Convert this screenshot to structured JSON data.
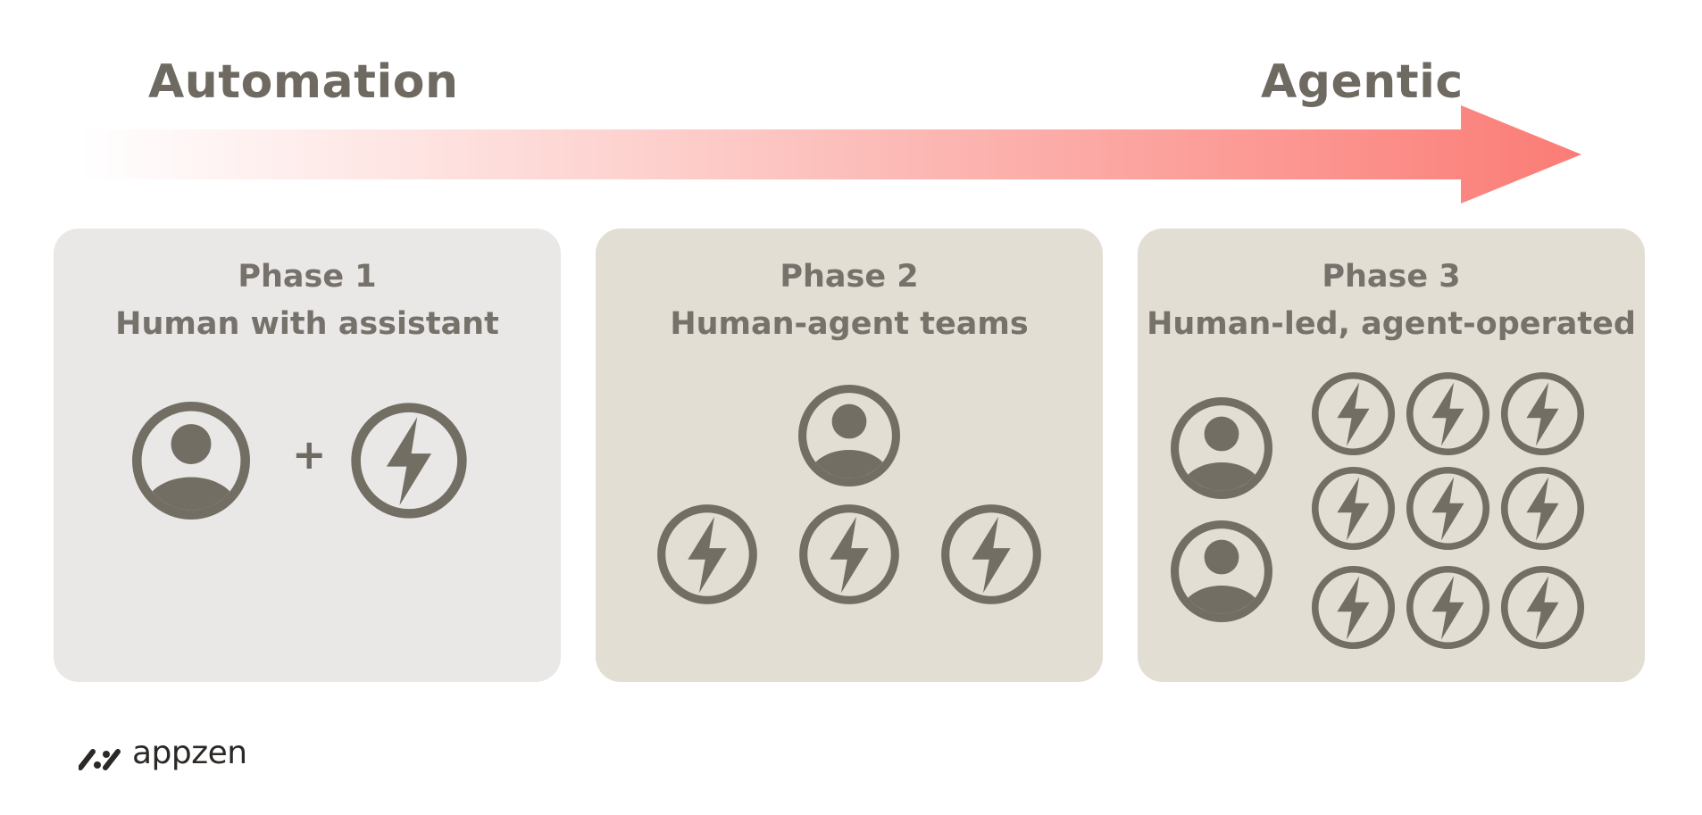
{
  "header": {
    "left_label": "Automation",
    "right_label": "Agentic"
  },
  "colors": {
    "arrow_start": "#ffffff",
    "arrow_end": "#fb7c76",
    "icon": "#736e64",
    "panel_1_bg": "#e9e8e6",
    "panel_2_3_bg": "#e3ded4"
  },
  "phases": [
    {
      "title": "Phase 1",
      "subtitle": "Human with assistant",
      "icons": [
        "person-icon",
        "plus",
        "bolt-icon"
      ]
    },
    {
      "title": "Phase 2",
      "subtitle": "Human-agent teams",
      "icons": [
        "person-icon",
        "bolt-icon",
        "bolt-icon",
        "bolt-icon"
      ]
    },
    {
      "title": "Phase 3",
      "subtitle": "Human-led, agent-operated",
      "icons": [
        "person-icon",
        "person-icon",
        "bolt-icon",
        "bolt-icon",
        "bolt-icon",
        "bolt-icon",
        "bolt-icon",
        "bolt-icon",
        "bolt-icon",
        "bolt-icon",
        "bolt-icon"
      ]
    }
  ],
  "phase_1_plus": "+",
  "brand": {
    "name": "appzen",
    "logo_icon": "appzen-mark-icon"
  }
}
